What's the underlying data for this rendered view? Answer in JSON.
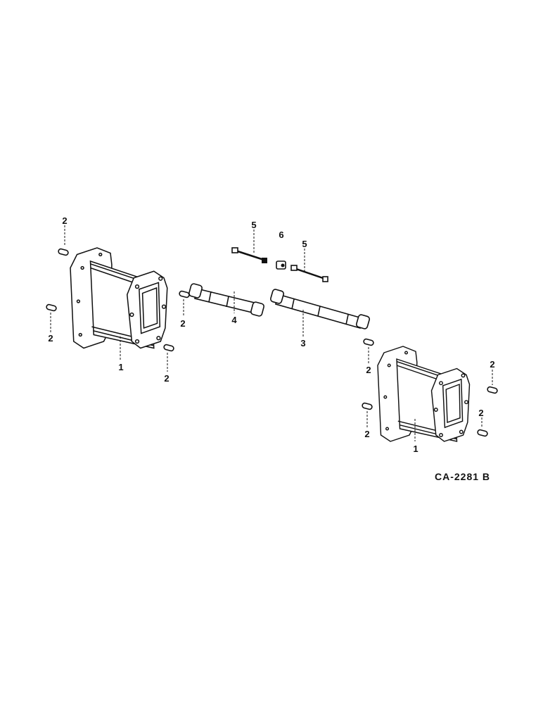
{
  "diagram_code": "CA-2281 B",
  "callouts": {
    "housing_left": "1",
    "housing_right": "1",
    "pin_a": "2",
    "pin_b": "2",
    "pin_c": "2",
    "pin_d": "2",
    "pin_e": "2",
    "pin_f": "2",
    "pin_g": "2",
    "pin_h": "2",
    "shaft_long": "3",
    "shaft_short": "4",
    "bolt_left": "5",
    "bolt_right": "5",
    "nut": "6"
  }
}
